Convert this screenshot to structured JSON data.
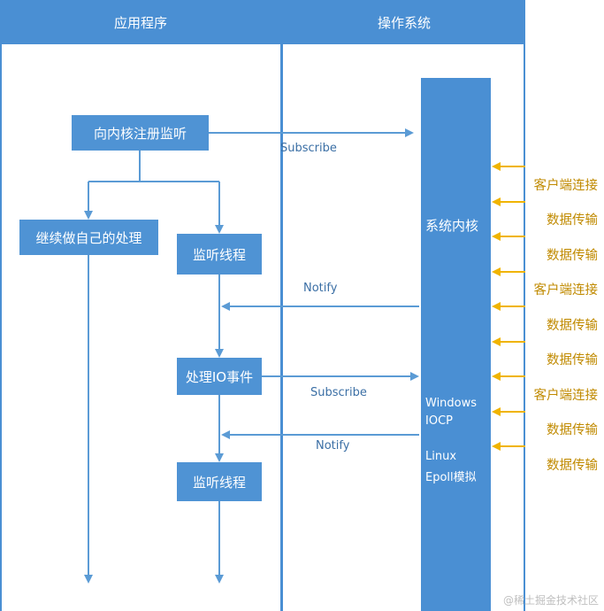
{
  "columns": {
    "app": "应用程序",
    "os": "操作系统"
  },
  "app_boxes": {
    "register": "向内核注册监听",
    "continue_work": "继续做自己的处理",
    "listen_thread_1": "监听线程",
    "handle_io": "处理IO事件",
    "listen_thread_2": "监听线程"
  },
  "kernel": {
    "title": "系统内核",
    "windows_line1": "Windows",
    "windows_line2": "IOCP",
    "linux_line1": "Linux",
    "linux_line2": "Epoll模拟"
  },
  "arrow_labels": {
    "subscribe_1": "Subscribe",
    "notify_1": "Notify",
    "subscribe_2": "Subscribe",
    "notify_2": "Notify"
  },
  "incoming": [
    "客户端连接",
    "数据传输",
    "数据传输",
    "客户端连接",
    "数据传输",
    "数据传输",
    "客户端连接",
    "数据传输",
    "数据传输"
  ],
  "watermark": "@稀土掘金技术社区",
  "colors": {
    "blue": "#4a8fd3",
    "box": "#4f93d4",
    "line": "#5b9bd5",
    "yellow": "#f0b400"
  }
}
